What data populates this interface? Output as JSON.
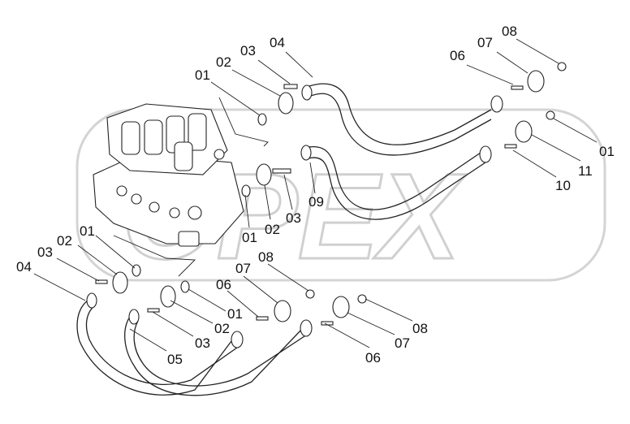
{
  "watermark": "OPEX",
  "labels": [
    {
      "id": "l1",
      "text": "01"
    },
    {
      "id": "l2",
      "text": "02"
    },
    {
      "id": "l3",
      "text": "03"
    },
    {
      "id": "l4",
      "text": "04"
    },
    {
      "id": "l5",
      "text": "06"
    },
    {
      "id": "l6",
      "text": "07"
    },
    {
      "id": "l7",
      "text": "08"
    },
    {
      "id": "l8",
      "text": "01"
    },
    {
      "id": "l9",
      "text": "11"
    },
    {
      "id": "l10",
      "text": "10"
    },
    {
      "id": "l11",
      "text": "09"
    },
    {
      "id": "l12",
      "text": "03"
    },
    {
      "id": "l13",
      "text": "02"
    },
    {
      "id": "l14",
      "text": "01"
    },
    {
      "id": "l15",
      "text": "04"
    },
    {
      "id": "l16",
      "text": "03"
    },
    {
      "id": "l17",
      "text": "02"
    },
    {
      "id": "l18",
      "text": "01"
    },
    {
      "id": "l19",
      "text": "07"
    },
    {
      "id": "l20",
      "text": "08"
    },
    {
      "id": "l21",
      "text": "06"
    },
    {
      "id": "l22",
      "text": "01"
    },
    {
      "id": "l23",
      "text": "02"
    },
    {
      "id": "l24",
      "text": "03"
    },
    {
      "id": "l25",
      "text": "05"
    },
    {
      "id": "l26",
      "text": "08"
    },
    {
      "id": "l27",
      "text": "07"
    },
    {
      "id": "l28",
      "text": "06"
    }
  ]
}
